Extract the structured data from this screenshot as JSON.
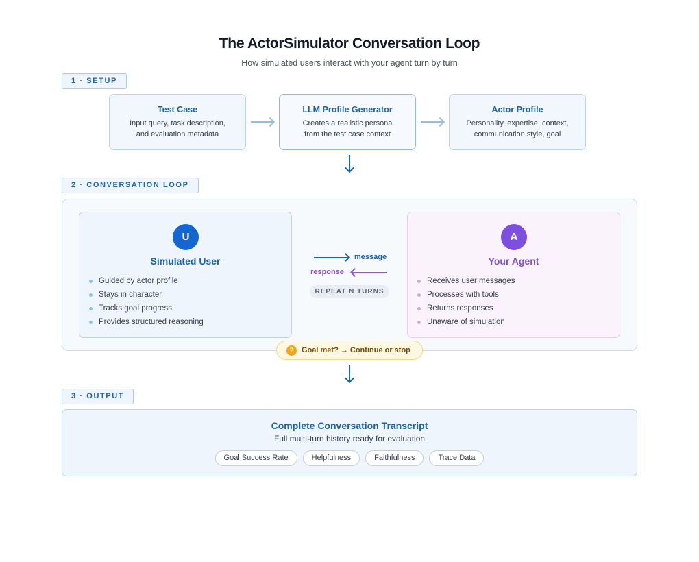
{
  "title": "The ActorSimulator Conversation Loop",
  "subtitle": "How simulated users interact with your agent turn by turn",
  "stages": {
    "setup": "1 · SETUP",
    "loop": "2 · CONVERSATION LOOP",
    "output": "3 · OUTPUT"
  },
  "setup": {
    "boxes": [
      {
        "title": "Test Case",
        "lines": [
          "Input query, task description,",
          "and evaluation metadata"
        ]
      },
      {
        "title": "LLM Profile Generator",
        "lines": [
          "Creates a realistic persona",
          "from the test case context"
        ]
      },
      {
        "title": "Actor Profile",
        "lines": [
          "Personality, expertise, context,",
          "communication style, goal"
        ]
      }
    ]
  },
  "loop": {
    "user": {
      "avatar": "U",
      "title": "Simulated User",
      "items": [
        "Guided by actor profile",
        "Stays in character",
        "Tracks goal progress",
        "Provides structured reasoning"
      ]
    },
    "agent": {
      "avatar": "A",
      "title": "Your Agent",
      "items": [
        "Receives user messages",
        "Processes with tools",
        "Returns responses",
        "Unaware of simulation"
      ]
    },
    "message_label": "message",
    "response_label": "response",
    "repeat_label": "REPEAT N TURNS",
    "goal_icon": "question-icon",
    "goal_text": "Goal met? → Continue or stop"
  },
  "output": {
    "title": "Complete Conversation Transcript",
    "description": "Full multi-turn history ready for evaluation",
    "chips": [
      "Goal Success Rate",
      "Helpfulness",
      "Faithfulness",
      "Trace Data"
    ]
  },
  "colors": {
    "primary": "#1a64b4",
    "agent": "#7e4ee0",
    "warning": "#f2a51a"
  }
}
